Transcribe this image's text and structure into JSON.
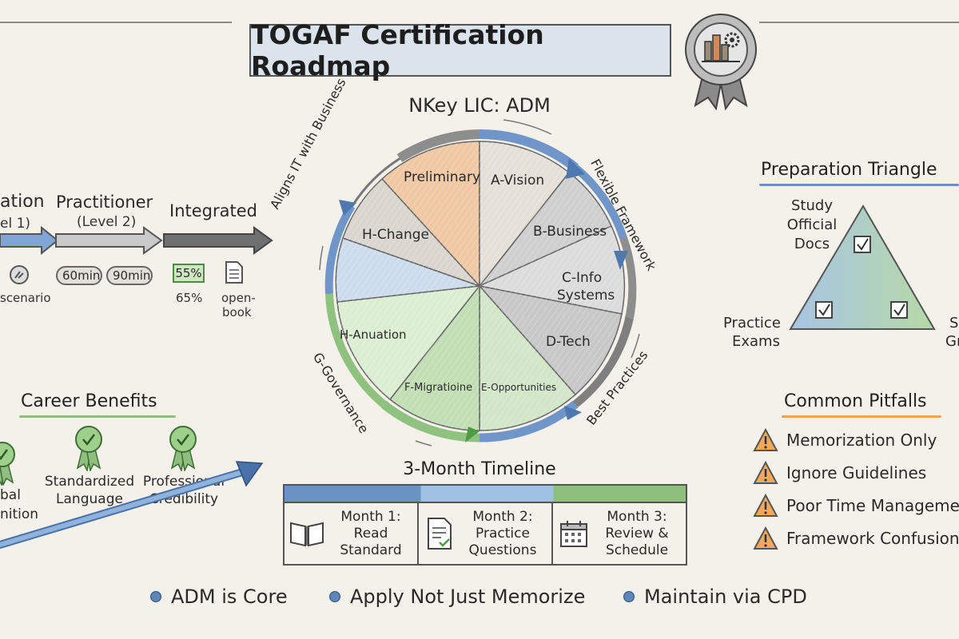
{
  "title": "TOGAF Certification Roadmap",
  "badge_icon": "city-gear-seal-icon",
  "levels": {
    "foundation_partial": "ation",
    "foundation_sub_partial": "el 1)",
    "practitioner": "Practitioner",
    "practitioner_sub": "(Level 2)",
    "integrated": "Integrated",
    "scenario_partial": "scenario",
    "time_1": "60min",
    "time_2": "90min",
    "score_badge": "55%",
    "score": "65%",
    "open_book_1": "open-",
    "open_book_2": "book"
  },
  "adm": {
    "title": "NKey LIC: ADM",
    "segments": [
      "Preliminary",
      "A-Vision",
      "B-Business",
      "C-Info",
      "Systems",
      "D-Tech",
      "E-Opportunities",
      "F-Migratioine",
      "H-Anuation",
      "H-Change"
    ],
    "arc_labels": {
      "top_left": "Aligns IT with Business",
      "right": "Flexible Framework",
      "bottom_right": "Best Practices",
      "bottom_left": "G-Governance"
    }
  },
  "preparation": {
    "title": "Preparation Triangle",
    "top_1": "Study",
    "top_2": "Official",
    "top_3": "Docs",
    "left_1": "Practice",
    "left_2": "Exams",
    "right_1": "S",
    "right_2": "Gr"
  },
  "career": {
    "title": "Career Benefits",
    "items": [
      {
        "l1": "bal",
        "l2": "nition"
      },
      {
        "l1": "Standardized",
        "l2": "Language"
      },
      {
        "l1": "Professional",
        "l2": "Credibility"
      }
    ]
  },
  "timeline": {
    "title": "3-Month Timeline",
    "months": [
      {
        "l1": "Month 1:",
        "l2": "Read",
        "l3": "Standard",
        "icon": "book-icon"
      },
      {
        "l1": "Month 2:",
        "l2": "Practice",
        "l3": "Questions",
        "icon": "document-icon"
      },
      {
        "l1": "Month 3:",
        "l2": "Review &",
        "l3": "Schedule",
        "icon": "calendar-icon"
      }
    ]
  },
  "pitfalls": {
    "title": "Common Pitfalls",
    "items": [
      "Memorization Only",
      "Ignore Guidelines",
      "Poor Time Manageme",
      "Framework Confusion"
    ]
  },
  "bullets": [
    "ADM is Core",
    "Apply Not Just Memorize",
    "Maintain via CPD"
  ],
  "colors": {
    "blue": "#6a93c4",
    "green": "#8fbf7f",
    "orange": "#e8a35c",
    "grey": "#8c8c8c"
  }
}
